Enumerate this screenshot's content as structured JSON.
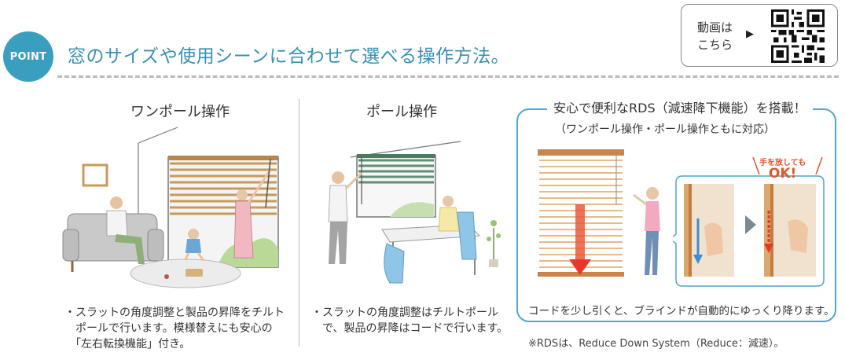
{
  "header": {
    "badge": "POINT",
    "headline": "窓のサイズや使用シーンに合わせて選べる操作方法。"
  },
  "video_link": {
    "line1": "動画は",
    "line2": "こちら",
    "arrow": "▶"
  },
  "columns": [
    {
      "title": "ワンポール操作",
      "caption_lines": [
        "・スラットの角度調整と製品の昇降をチルト",
        "　ポールで行います。模様替えにも安心の",
        "　「左右転換機能」付き。"
      ]
    },
    {
      "title": "ポール操作",
      "caption_lines": [
        "・スラットの角度調整はチルトポール",
        "　で、製品の昇降はコードで行います。"
      ]
    }
  ],
  "rds": {
    "title": "安心で便利なRDS（減速降下機能）を搭載！",
    "subtitle": "（ワンポール操作・ポール操作ともに対応）",
    "bubble_small": "手を放しても",
    "bubble_big": "OK!",
    "caption": "コードを少し引くと、ブラインドが自動的にゆっくり降ります。",
    "note": "※RDSは、Reduce Down System（Reduce：減速）。"
  },
  "colors": {
    "accent": "#3a9fbf",
    "headline": "#3690b4",
    "rds_border": "#4ea7cc",
    "warning": "#e2552f",
    "blind_wood": "#d9a86a"
  }
}
